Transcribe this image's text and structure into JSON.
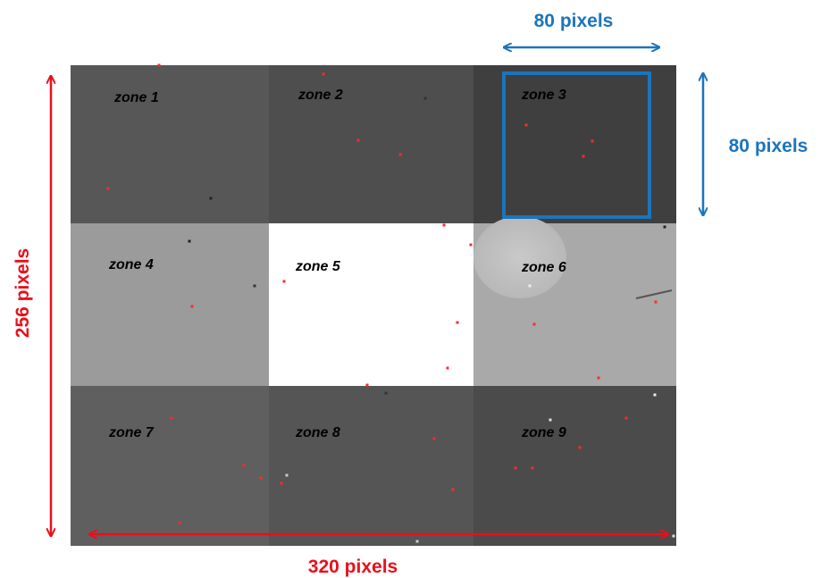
{
  "zones": [
    {
      "label": "zone 1",
      "shade": "#575757"
    },
    {
      "label": "zone 2",
      "shade": "#4e4e4e"
    },
    {
      "label": "zone 3",
      "shade": "#3f3f3f"
    },
    {
      "label": "zone 4",
      "shade": "#9b9b9b"
    },
    {
      "label": "zone 5",
      "shade": "#ffffff"
    },
    {
      "label": "zone 6",
      "shade": "#a9a9a9"
    },
    {
      "label": "zone 7",
      "shade": "#5f5f5f"
    },
    {
      "label": "zone 8",
      "shade": "#555555"
    },
    {
      "label": "zone 9",
      "shade": "#4b4b4b"
    }
  ],
  "annotations": {
    "width_label": "320 pixels",
    "height_label": "256 pixels",
    "box_width_label": "80 pixels",
    "box_height_label": "80 pixels"
  },
  "colors": {
    "red": "#e8101a",
    "blue": "#1b75bc",
    "hot_pixel": "#ff2a2a"
  }
}
